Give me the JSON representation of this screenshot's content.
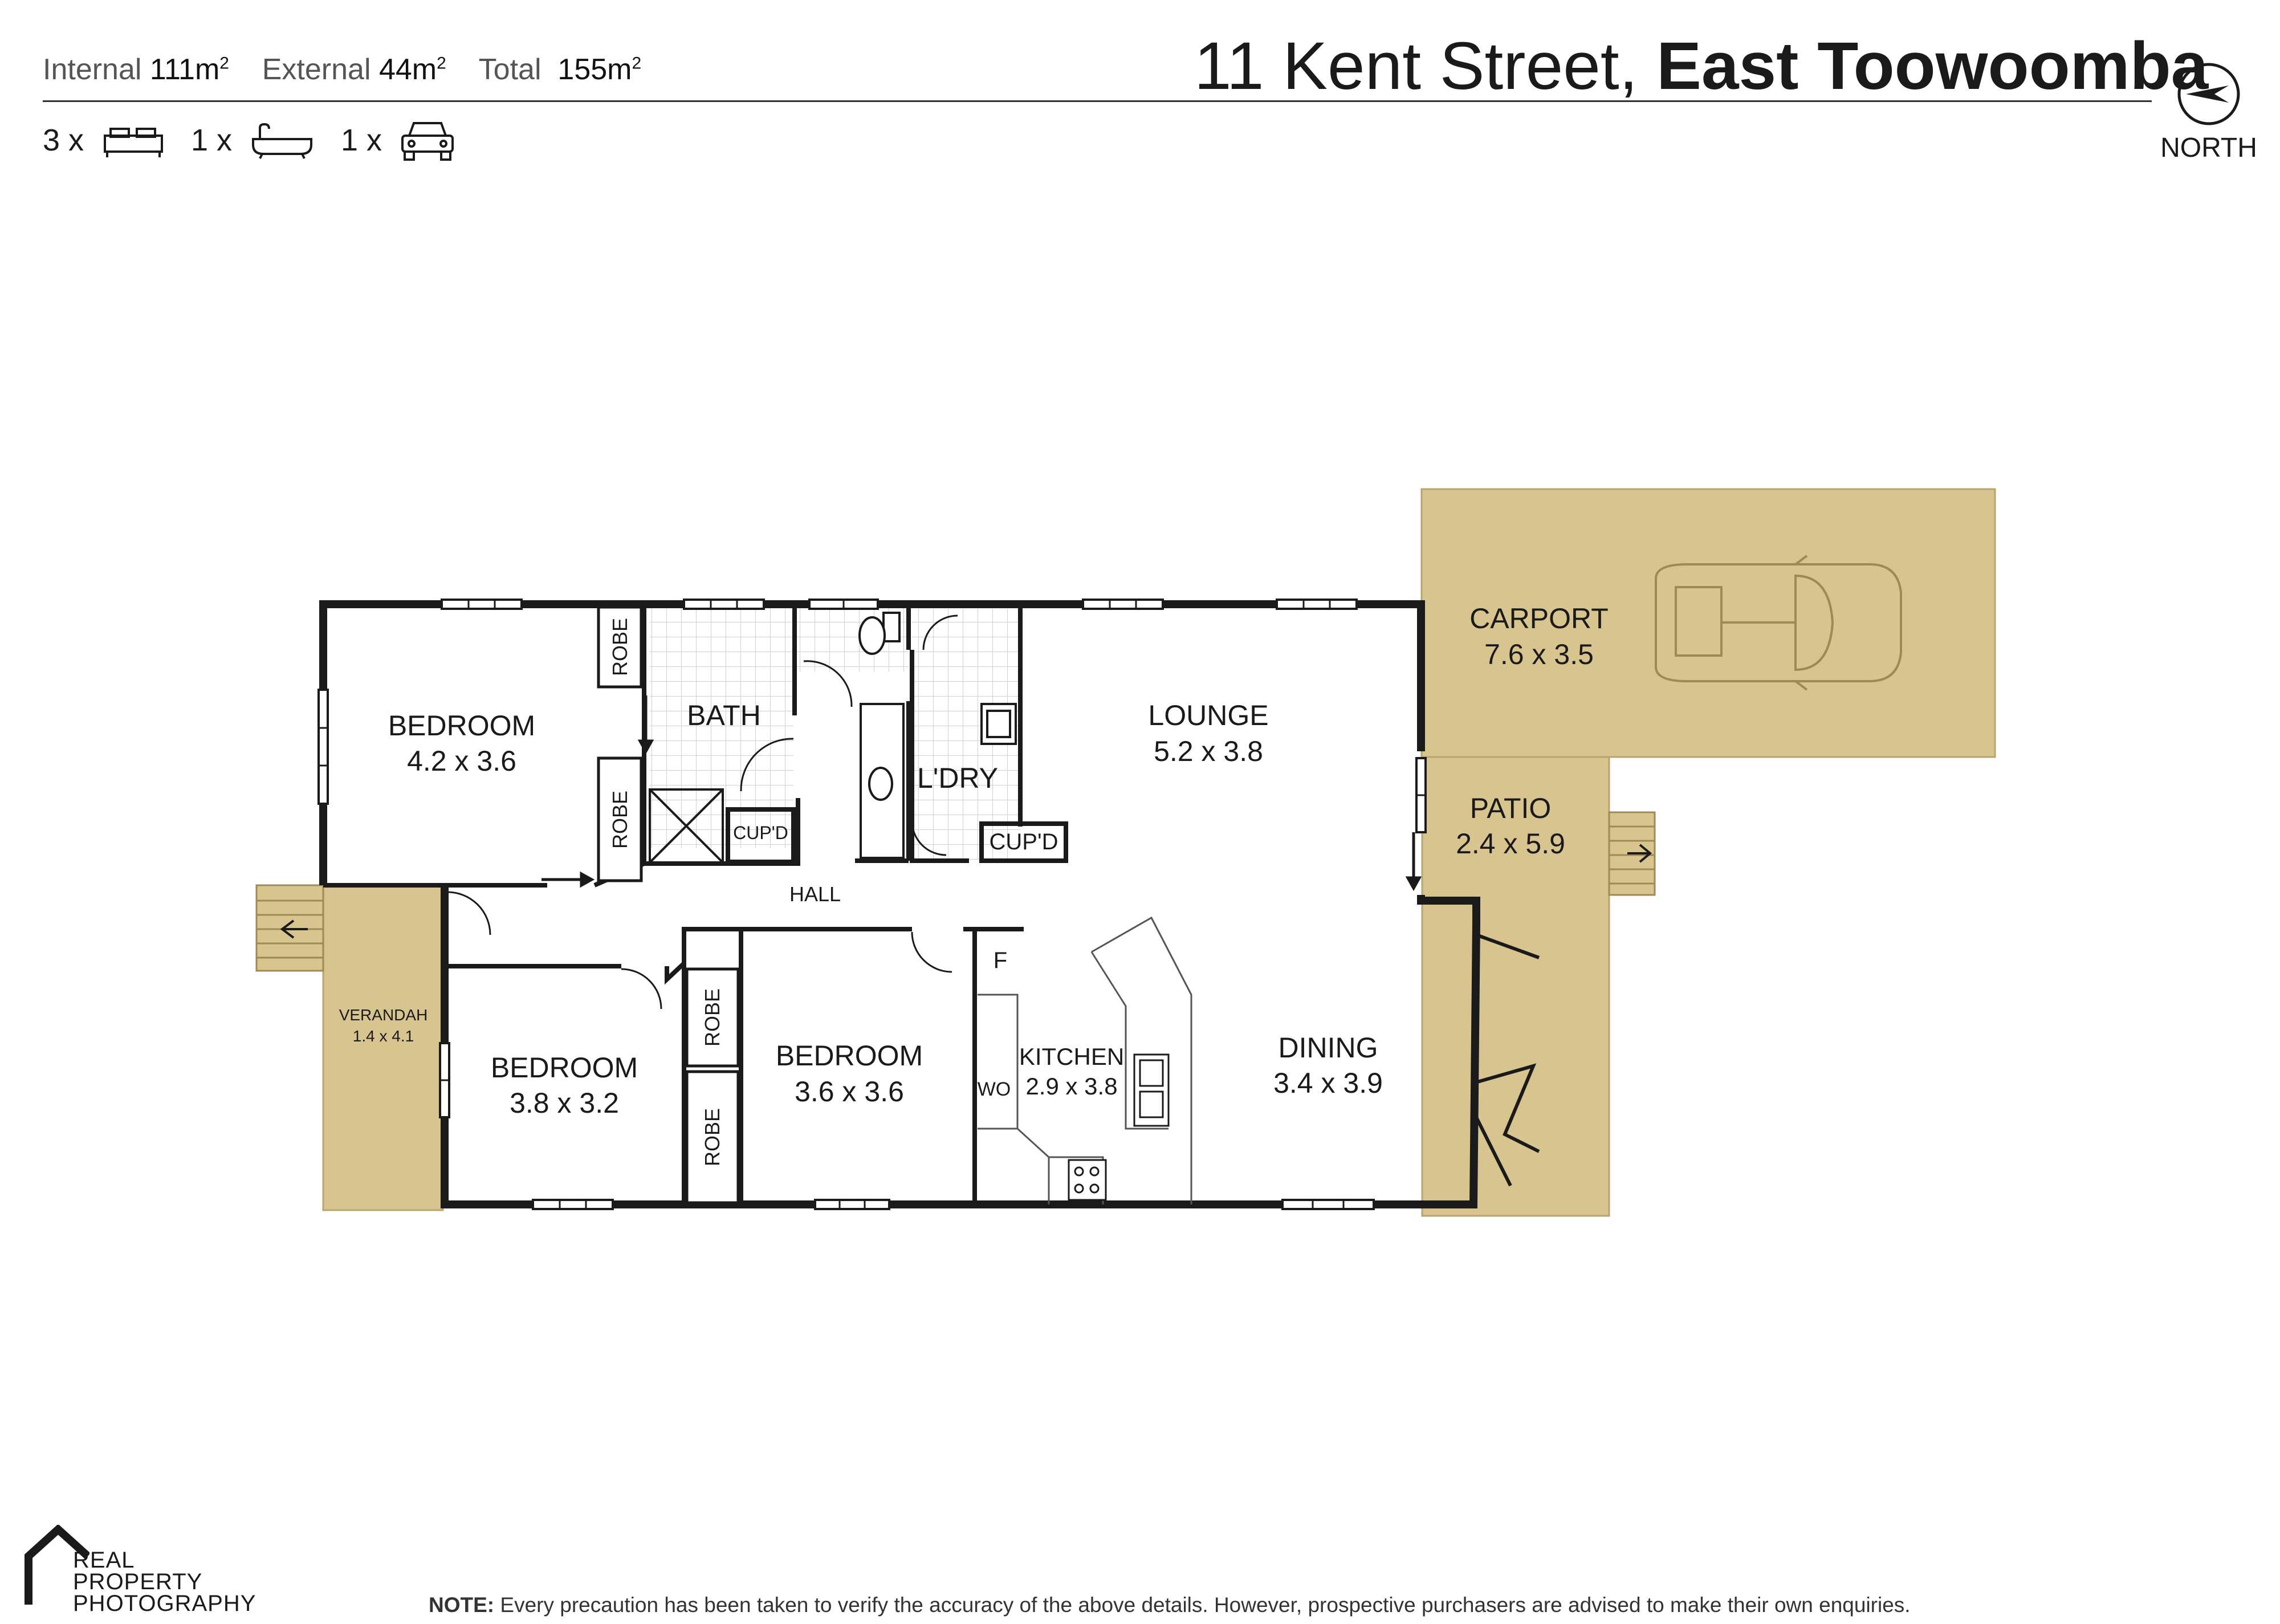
{
  "header": {
    "internal_label": "Internal",
    "internal_value": "111m",
    "external_label": "External",
    "external_value": "44m",
    "total_label": "Total",
    "total_value": "155m",
    "area_exp": "2",
    "address_street": "11 Kent Street,",
    "address_suburb": "East Toowoomba",
    "bed_count": "3 x",
    "bath_count": "1 x",
    "car_count": "1 x",
    "compass_label": "NORTH"
  },
  "rooms": {
    "bedroom1": {
      "name": "BEDROOM",
      "dim": "4.2 x 3.6"
    },
    "bath": {
      "name": "BATH"
    },
    "laundry": {
      "name": "L'DRY"
    },
    "lounge": {
      "name": "LOUNGE",
      "dim": "5.2 x 3.8"
    },
    "carport": {
      "name": "CARPORT",
      "dim": "7.6 x 3.5"
    },
    "patio": {
      "name": "PATIO",
      "dim": "2.4 x 5.9"
    },
    "hall": {
      "name": "HALL"
    },
    "verandah": {
      "name": "VERANDAH",
      "dim": "1.4 x 4.1"
    },
    "bedroom2": {
      "name": "BEDROOM",
      "dim": "3.8 x 3.2"
    },
    "bedroom3": {
      "name": "BEDROOM",
      "dim": "3.6 x 3.6"
    },
    "kitchen": {
      "name": "KITCHEN",
      "dim": "2.9 x 3.8"
    },
    "dining": {
      "name": "DINING",
      "dim": "3.4 x 3.9"
    }
  },
  "fixtures": {
    "robe": "ROBE",
    "cupd": "CUP'D",
    "fridge": "F",
    "wall_oven": "WO"
  },
  "footer": {
    "brand_line1": "REAL",
    "brand_line2": "PROPERTY",
    "brand_line3": "PHOTOGRAPHY",
    "note_label": "NOTE:",
    "note_text": "Every precaution has been taken to verify the accuracy of the above details. However, prospective purchasers are advised to make their own enquiries."
  },
  "colors": {
    "outdoor_fill": "#d7c48f",
    "wall": "#1a1a1a",
    "tile": "#cfcfcf"
  },
  "icons": [
    "bed-icon",
    "bath-icon",
    "car-icon",
    "compass-icon",
    "car-top-view-icon",
    "brand-house-icon"
  ]
}
